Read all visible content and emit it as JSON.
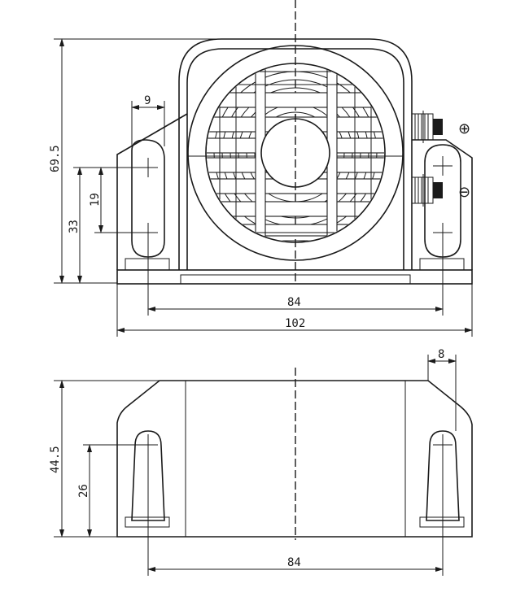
{
  "drawing": {
    "front_view": {
      "dim_height_total": "69.5",
      "dim_height_slot_top": "33",
      "dim_slot_length": "19",
      "dim_slot_width": "9",
      "dim_hole_spacing": "84",
      "dim_base_width": "102",
      "terminal_positive": "⊕",
      "terminal_negative": "⊖"
    },
    "side_view": {
      "dim_height_total": "44.5",
      "dim_slot_height": "26",
      "dim_flange_width": "8",
      "dim_hole_spacing": "84"
    }
  }
}
